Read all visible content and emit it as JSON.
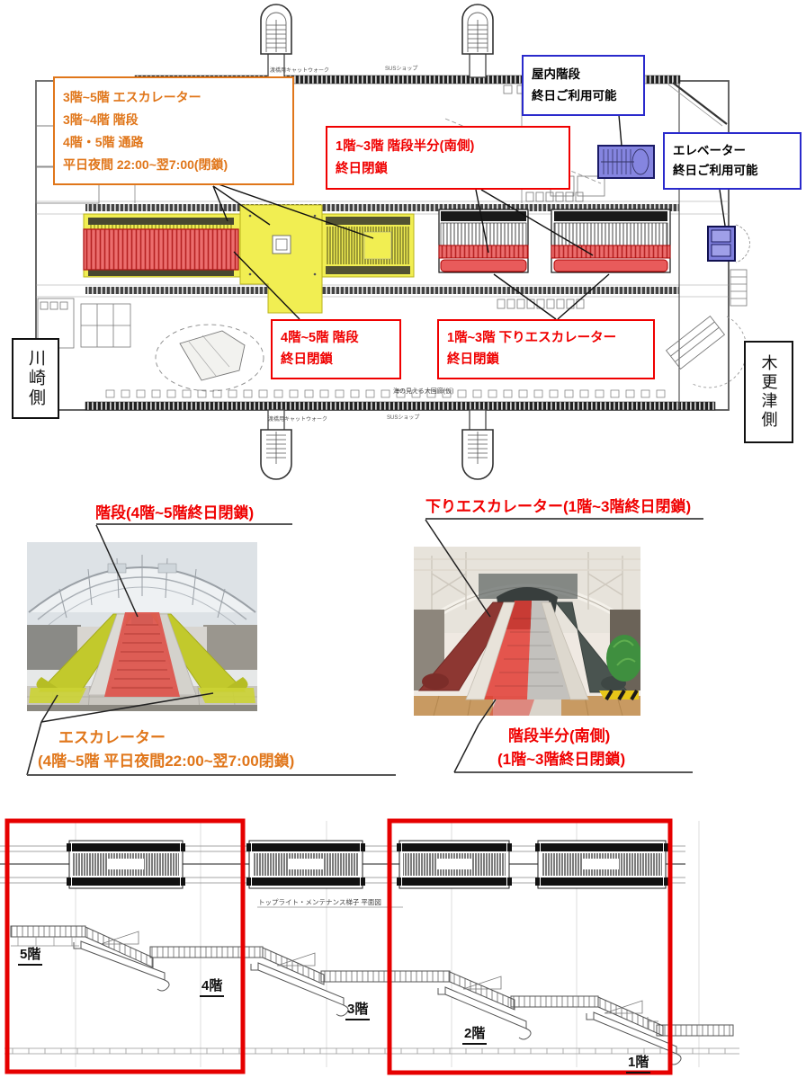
{
  "plan": {
    "callouts": {
      "escalator_night": {
        "lines": [
          "3階~5階 エスカレーター",
          "3階~4階 階段",
          "4階・5階 通路",
          "平日夜間 22:00~翌7:00(閉鎖)"
        ]
      },
      "stairs_half": {
        "lines": [
          "1階~3階 階段半分(南側)",
          "終日閉鎖"
        ]
      },
      "indoor_stairs": {
        "lines": [
          "屋内階段",
          "終日ご利用可能"
        ]
      },
      "elevator": {
        "lines": [
          "エレベーター",
          "終日ご利用可能"
        ]
      },
      "stairs_4_5": {
        "lines": [
          "4階~5階 階段",
          "終日閉鎖"
        ]
      },
      "down_escalator": {
        "lines": [
          "1階~3階 下りエスカレーター",
          "終日閉鎖"
        ]
      }
    },
    "side_labels": {
      "kawasaki": "川崎側",
      "kisarazu": "木更津側"
    },
    "small_texts": {
      "catwalk": "渡橋用キャットウォーク",
      "sus_shop": "SUSショップ",
      "corridor": "海の見える大回廊(仮)"
    }
  },
  "photos": {
    "left": {
      "title": "階段(4階~5階終日閉鎖)",
      "caption_line1": "エスカレーター",
      "caption_line2": "(4階~5階 平日夜間22:00~翌7:00閉鎖)"
    },
    "right": {
      "title": "下りエスカレーター(1階~3階終日閉鎖)",
      "caption_line1": "階段半分(南側)",
      "caption_line2": "(1階~3階終日閉鎖)"
    }
  },
  "section_diagram": {
    "note": "トップライト・メンテナンス梯子 平面図",
    "floors": [
      "5階",
      "4階",
      "3階",
      "2階",
      "1階"
    ]
  },
  "colors": {
    "annotation_orange": "#e0761a",
    "annotation_red": "#f00000",
    "annotation_blue_border": "#2a2acc",
    "highlight_closed_allday_red": "#e86262",
    "highlight_closed_night_yellow": "#f1ee52",
    "highlight_open_blue": "#8585e0",
    "section_box_red": "#e60000"
  }
}
